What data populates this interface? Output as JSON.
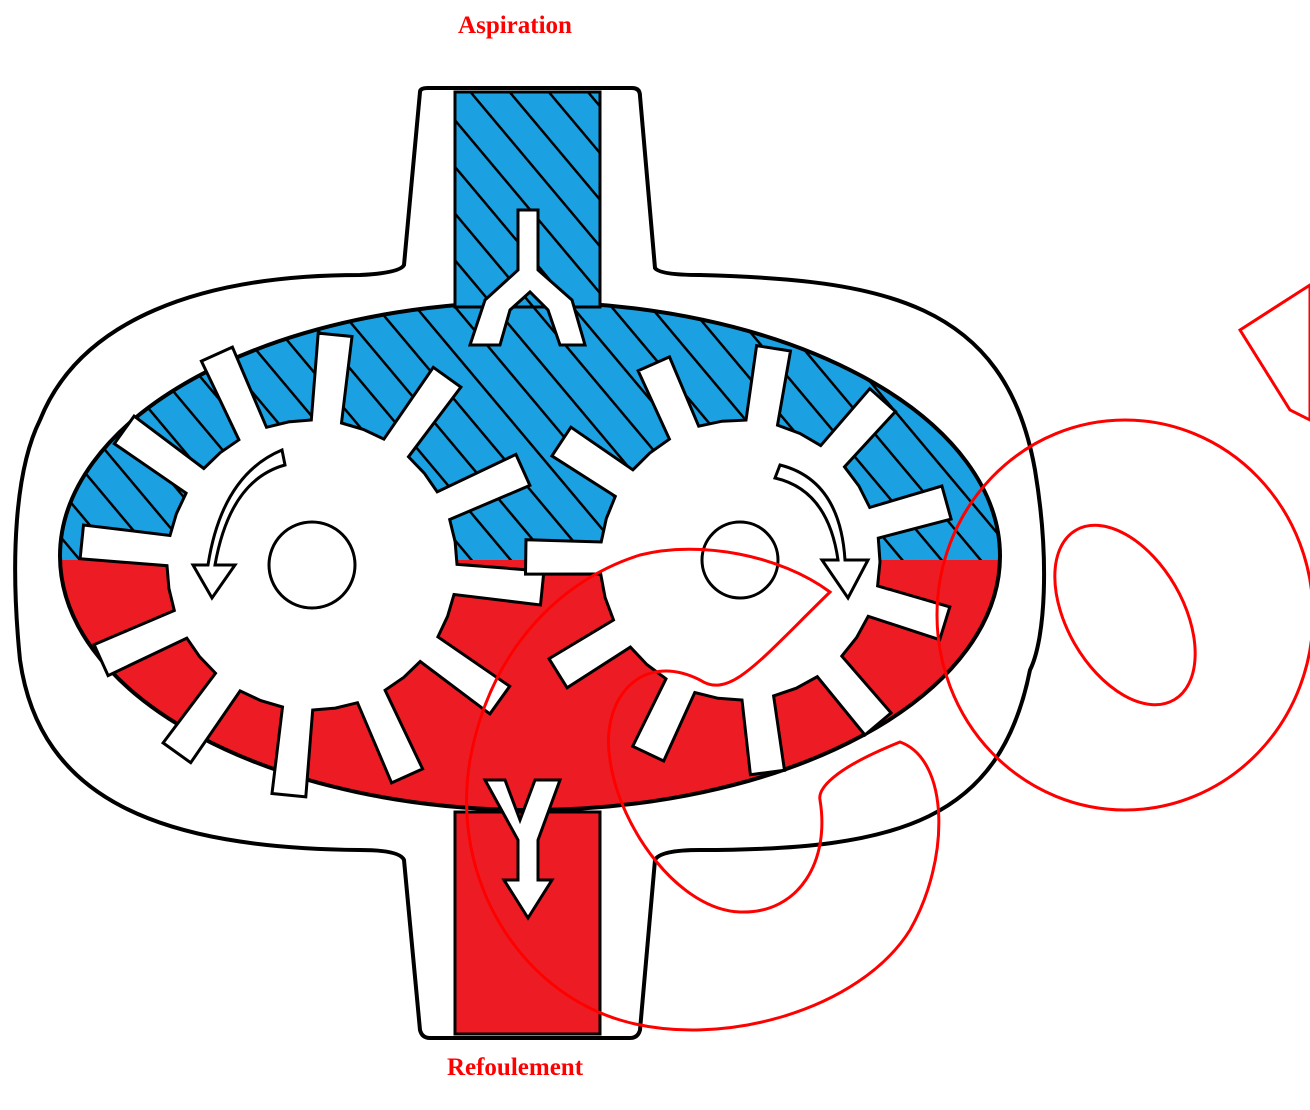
{
  "labels": {
    "inlet": "Aspiration",
    "outlet": "Refoulement"
  },
  "colors": {
    "suction_fluid": "#1ba1e2",
    "discharge_fluid": "#ed1c24",
    "outline": "#000000",
    "overlay_mark": "#ff0000",
    "label": "#ff0000"
  },
  "gears": [
    {
      "id": "left",
      "teeth": 12,
      "rotation": "counterclockwise"
    },
    {
      "id": "right",
      "teeth": 11,
      "rotation": "clockwise"
    }
  ]
}
